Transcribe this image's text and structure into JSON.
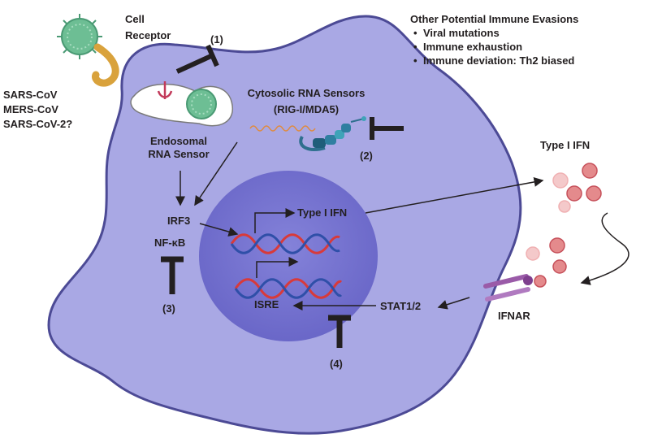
{
  "labels": {
    "cell_receptor": [
      "Cell",
      "Receptor"
    ],
    "step1": "(1)",
    "step2": "(2)",
    "step3": "(3)",
    "step4": "(4)",
    "viruses": [
      "SARS-CoV",
      "MERS-CoV",
      "SARS-CoV-2?"
    ],
    "cytosolic_sensors": [
      "Cytosolic RNA Sensors",
      "(RIG-I/MDA5)"
    ],
    "endosomal_sensor": [
      "Endosomal",
      "RNA Sensor"
    ],
    "irf3": "IRF3",
    "nfkb": "NF-κB",
    "type1_ifn_gene": "Type I IFN",
    "isre": "ISRE",
    "stat": "STAT1/2",
    "ifnar": "IFNAR",
    "type1_ifn_secreted": "Type I IFN",
    "other_evasions_title": "Other Potential Immune Evasions",
    "other_evasions": [
      "Viral mutations",
      "Immune exhaustion",
      "Immune deviation: Th2 biased"
    ]
  },
  "colors": {
    "cell_fill": "#a9a8e4",
    "cell_stroke": "#4c4a95",
    "nucleus": "#6f6ccc",
    "virus": "#6dbe94",
    "receptor": "#d9a23c",
    "ifn": "#e48a8c",
    "dna_red": "#d83a3a",
    "dna_blue": "#2f4fa8",
    "inhibitor": "#231f20"
  }
}
